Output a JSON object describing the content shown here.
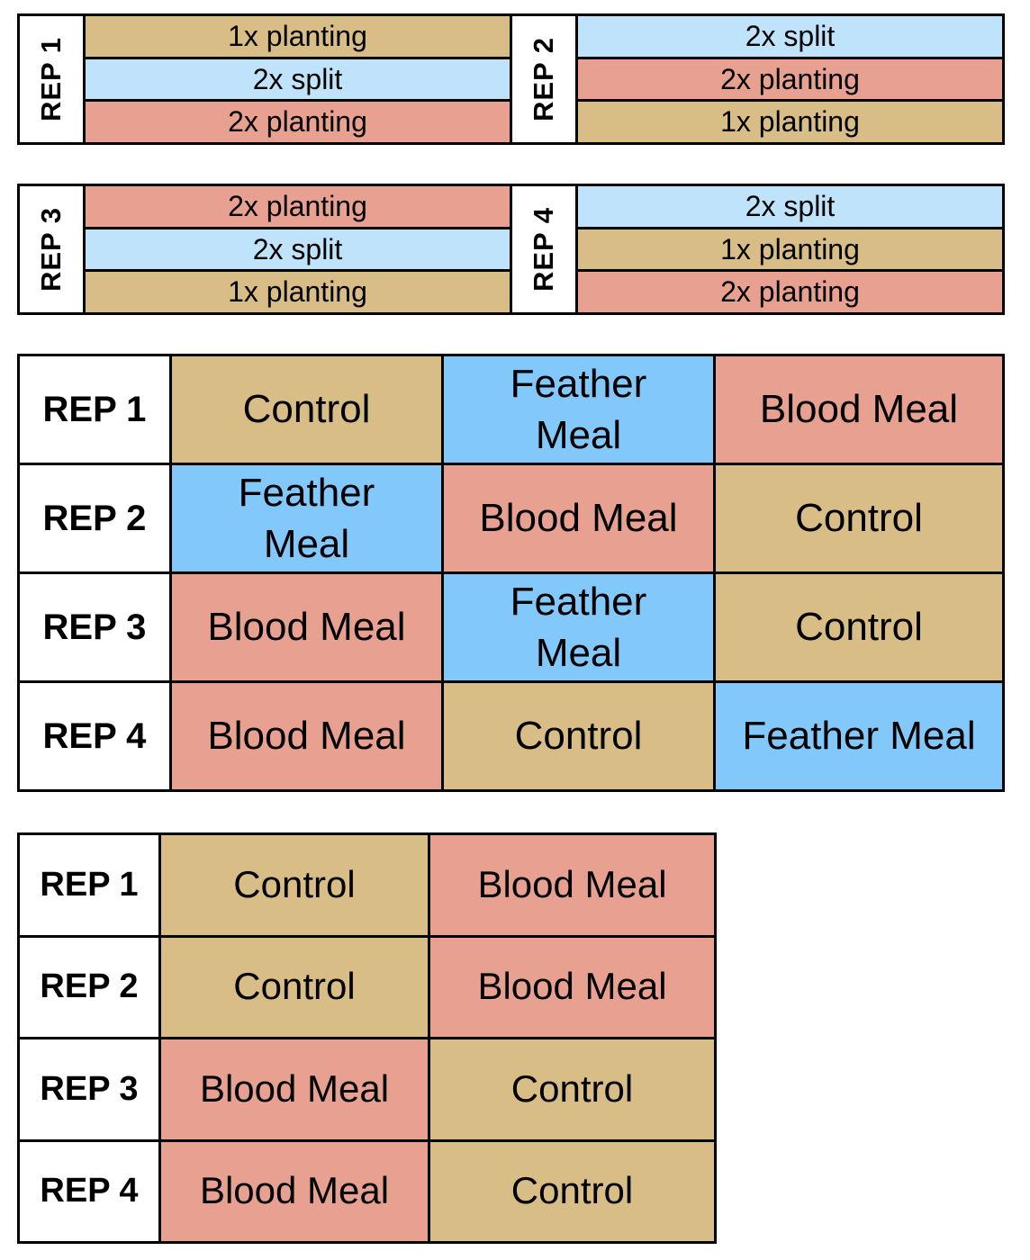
{
  "colors": {
    "control": "#d8bd86",
    "blood_meal": "#e8a090",
    "split": "#bfe3fb",
    "feather_meal": "#82c8fa"
  },
  "section_a": {
    "blocks": [
      {
        "left": {
          "rep": "REP 1",
          "rows": [
            "1x planting",
            "2x split",
            "2x planting"
          ]
        },
        "right": {
          "rep": "REP 2",
          "rows": [
            "2x split",
            "2x planting",
            "1x planting"
          ]
        }
      },
      {
        "left": {
          "rep": "REP 3",
          "rows": [
            "2x planting",
            "2x split",
            "1x planting"
          ]
        },
        "right": {
          "rep": "REP 4",
          "rows": [
            "2x split",
            "1x planting",
            "2x planting"
          ]
        }
      }
    ]
  },
  "section_b": {
    "rows": [
      {
        "rep": "REP 1",
        "cells": [
          "Control",
          "Feather Meal",
          "Blood Meal"
        ]
      },
      {
        "rep": "REP 2",
        "cells": [
          "Feather Meal",
          "Blood Meal",
          "Control"
        ]
      },
      {
        "rep": "REP 3",
        "cells": [
          "Blood Meal",
          "Feather Meal",
          "Control"
        ]
      },
      {
        "rep": "REP 4",
        "cells": [
          "Blood Meal",
          "Control",
          "Feather Meal"
        ]
      }
    ]
  },
  "section_c": {
    "rows": [
      {
        "rep": "REP 1",
        "cells": [
          "Control",
          "Blood Meal"
        ]
      },
      {
        "rep": "REP 2",
        "cells": [
          "Control",
          "Blood Meal"
        ]
      },
      {
        "rep": "REP 3",
        "cells": [
          "Blood Meal",
          "Control"
        ]
      },
      {
        "rep": "REP 4",
        "cells": [
          "Blood Meal",
          "Control"
        ]
      }
    ]
  }
}
